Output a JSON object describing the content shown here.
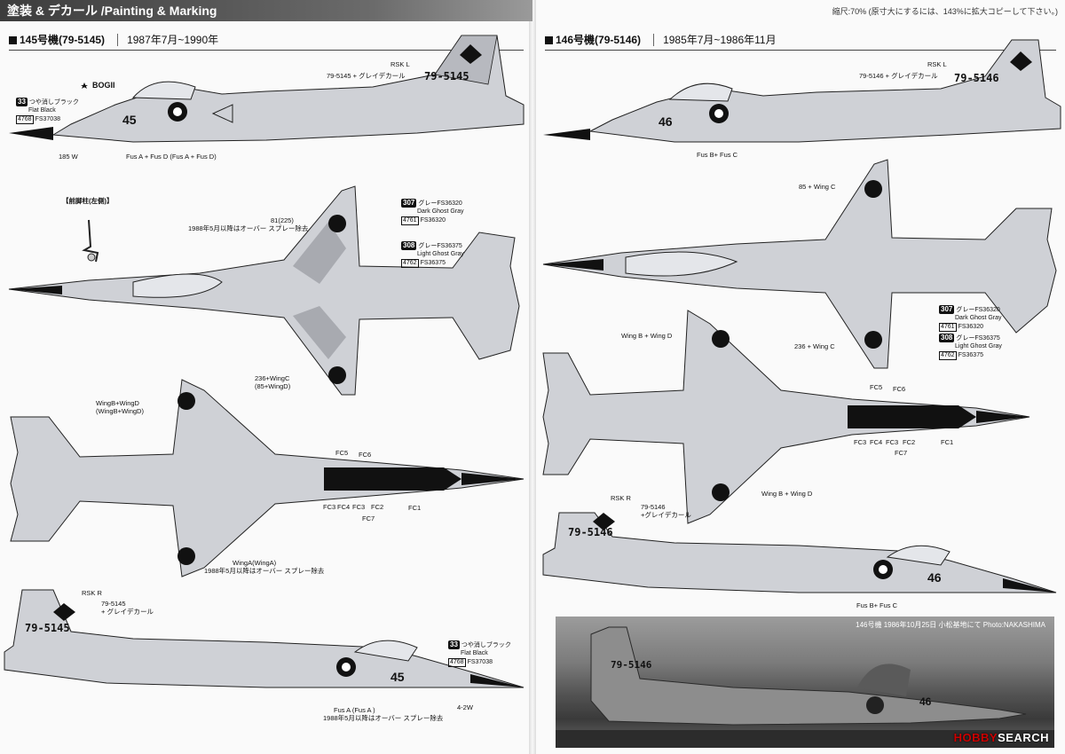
{
  "header": {
    "title": "塗装 & デカール /Painting & Marking",
    "scale_note": "縮尺:70% (原寸大にするには、143%に拡大コピーして下さい。)"
  },
  "left_section": {
    "number": "145号機(79-5145)",
    "dates": "1987年7月~1990年"
  },
  "right_section": {
    "number": "146号機(79-5146)",
    "dates": "1985年7月~1986年11月"
  },
  "nose_gear_title": "【前脚柱(左側)】",
  "colors": {
    "c33": {
      "code": "33",
      "sub": "4768",
      "name": "つや消しブラック",
      "en": "Flat Black",
      "fs": "FS37038"
    },
    "c307": {
      "code": "307",
      "sub": "4761",
      "name": "グレーFS36320",
      "en": "Dark Ghost Gray",
      "fs": "FS36320"
    },
    "c308": {
      "code": "308",
      "sub": "4762",
      "name": "グレーFS36375",
      "en": "Light Ghost Gray",
      "fs": "FS36375"
    }
  },
  "labels": {
    "l_rsk_l_145": "RSK L",
    "l_gray_145": "79-5145 + グレイデカール",
    "l_bogii": "BOGII",
    "l_185w": "185 W",
    "l_fus_ad": "Fus A + Fus D (Fus A + Fus D)",
    "l_81": "81(225)",
    "l_oversp_1": "1988年5月以降はオーバー スプレー除去",
    "l_236_145": "236+WingC",
    "l_85_145": "(85+WingD)",
    "l_wingbd_145": "WingB+WingD",
    "l_wingbd2_145": "(WingB+WingD)",
    "l_fc5_l": "FC5",
    "l_fc6_l": "FC6",
    "l_fc3_l": "FC3",
    "l_fc4_l": "FC4",
    "l_fc3b_l": "FC3",
    "l_fc2_l": "FC2",
    "l_fc1_l": "FC1",
    "l_fc7_l": "FC7",
    "l_winga": "WingA(WingA)",
    "l_oversp_2": "1988年5月以降はオーバー スプレー除去",
    "l_rsk_r_145": "RSK R",
    "l_serial_r_145": "79-5145",
    "l_gray_r_145": "+ グレイデカール",
    "l_fus_a2": "Fus A (Fus A )",
    "l_oversp_3": "1988年5月以降はオーバー スプレー除去",
    "l_42w": "4-2W",
    "l_rsk_l_146": "RSK L",
    "l_gray_146": "79-5146 + グレイデカール",
    "l_fus_bc": "Fus B+ Fus C",
    "l_85wc": "85 + Wing C",
    "l_wbwd_146": "Wing B + Wing D",
    "l_236wc_146": "236 + Wing C",
    "l_fc5_r": "FC5",
    "l_fc6_r": "FC6",
    "l_fc3_r": "FC3",
    "l_fc4_r": "FC4",
    "l_fc3b_r": "FC3",
    "l_fc2_r": "FC2",
    "l_fc1_r": "FC1",
    "l_fc7_r": "FC7",
    "l_wbwd2_146": "Wing B + Wing D",
    "l_rsk_r_146": "RSK R",
    "l_serial_r_146": "79-5146",
    "l_gray_r_146": "+グレイデカール",
    "l_fus_bc2": "Fus B+ Fus C"
  },
  "aircraft_markings": {
    "tail_145": "79-5145",
    "nose_145": "45",
    "tail_146": "79-5146",
    "nose_146": "46"
  },
  "photo": {
    "caption": "146号機 1986年10月25日 小松基地にて Photo:NAKASHIMA",
    "watermark_a": "HOBBY",
    "watermark_b": "SEARCH",
    "tail_text": "79-5146",
    "nose_text": "46"
  }
}
